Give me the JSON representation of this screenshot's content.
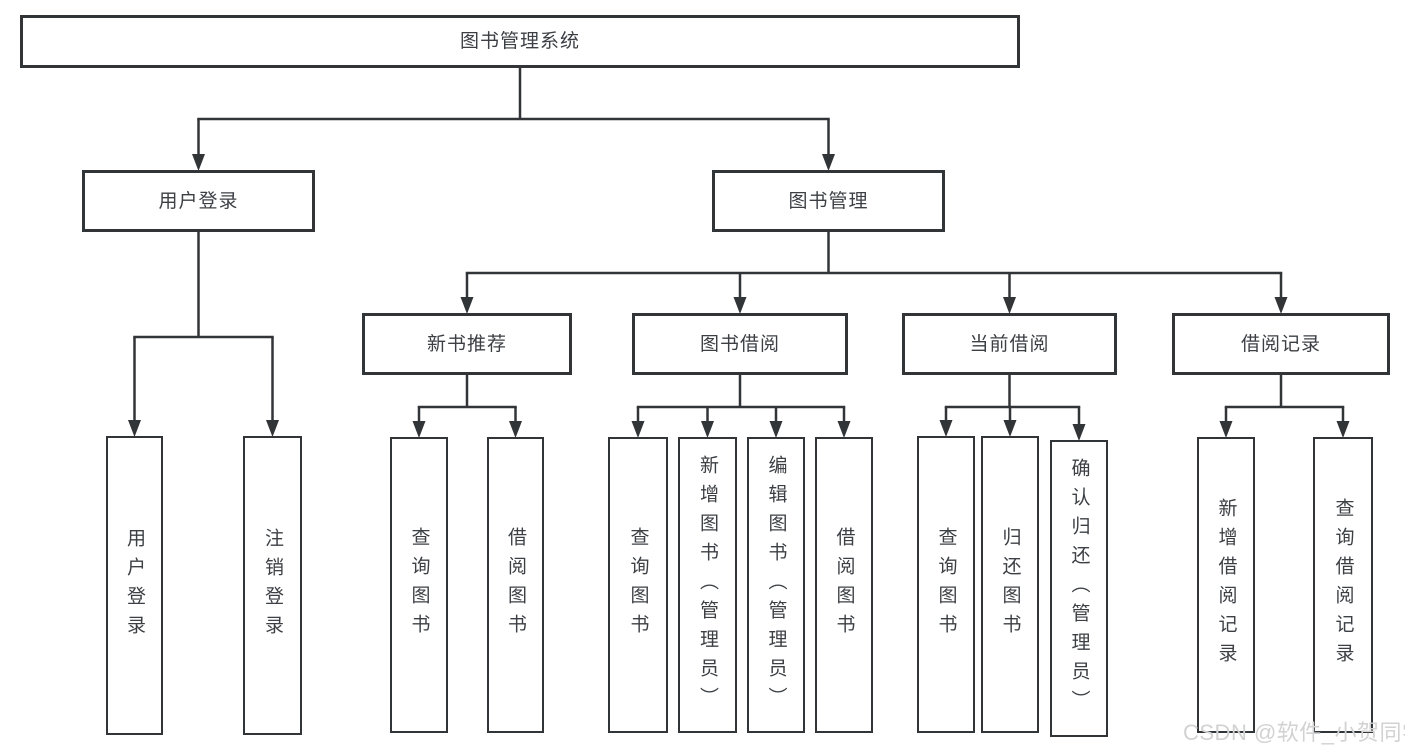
{
  "diagram": {
    "background": "#ffffff",
    "line_color": "#323538",
    "box_fill": "#ffffff",
    "text_color": "#3c4045",
    "nodes": [
      {
        "id": "root",
        "label": "图书管理系统",
        "level": 0,
        "text_direction": "horizontal"
      },
      {
        "id": "user-login",
        "label": "用户登录",
        "level": 1,
        "text_direction": "horizontal"
      },
      {
        "id": "book-mgmt",
        "label": "图书管理",
        "level": 1,
        "text_direction": "horizontal"
      },
      {
        "id": "new-book-rec",
        "label": "新书推荐",
        "level": 2,
        "text_direction": "horizontal"
      },
      {
        "id": "book-borrow",
        "label": "图书借阅",
        "level": 2,
        "text_direction": "horizontal"
      },
      {
        "id": "current-borrow",
        "label": "当前借阅",
        "level": 2,
        "text_direction": "horizontal"
      },
      {
        "id": "borrow-records",
        "label": "借阅记录",
        "level": 2,
        "text_direction": "horizontal"
      },
      {
        "id": "leaf-user-login",
        "label": "用户登录",
        "level": 3,
        "text_direction": "vertical"
      },
      {
        "id": "leaf-logout",
        "label": "注销登录",
        "level": 3,
        "text_direction": "vertical"
      },
      {
        "id": "leaf-nbr-query",
        "label": "查询图书",
        "level": 3,
        "text_direction": "vertical"
      },
      {
        "id": "leaf-nbr-borrow",
        "label": "借阅图书",
        "level": 3,
        "text_direction": "vertical"
      },
      {
        "id": "leaf-bb-query",
        "label": "查询图书",
        "level": 3,
        "text_direction": "vertical"
      },
      {
        "id": "leaf-bb-add",
        "label": "新增图书（管理员）",
        "level": 3,
        "text_direction": "vertical"
      },
      {
        "id": "leaf-bb-edit",
        "label": "编辑图书（管理员）",
        "level": 3,
        "text_direction": "vertical"
      },
      {
        "id": "leaf-bb-borrow",
        "label": "借阅图书",
        "level": 3,
        "text_direction": "vertical"
      },
      {
        "id": "leaf-cb-query",
        "label": "查询图书",
        "level": 3,
        "text_direction": "vertical"
      },
      {
        "id": "leaf-cb-return",
        "label": "归还图书",
        "level": 3,
        "text_direction": "vertical"
      },
      {
        "id": "leaf-cb-confirm",
        "label": "确认归还（管理员）",
        "level": 3,
        "text_direction": "vertical"
      },
      {
        "id": "leaf-br-add",
        "label": "新增借阅记录",
        "level": 3,
        "text_direction": "vertical"
      },
      {
        "id": "leaf-br-query",
        "label": "查询借阅记录",
        "level": 3,
        "text_direction": "vertical"
      }
    ],
    "edges": [
      {
        "from": "root",
        "to": [
          "user-login",
          "book-mgmt"
        ]
      },
      {
        "from": "user-login",
        "to": [
          "leaf-user-login",
          "leaf-logout"
        ]
      },
      {
        "from": "book-mgmt",
        "to": [
          "new-book-rec",
          "book-borrow",
          "current-borrow",
          "borrow-records"
        ]
      },
      {
        "from": "new-book-rec",
        "to": [
          "leaf-nbr-query",
          "leaf-nbr-borrow"
        ]
      },
      {
        "from": "book-borrow",
        "to": [
          "leaf-bb-query",
          "leaf-bb-add",
          "leaf-bb-edit",
          "leaf-bb-borrow"
        ]
      },
      {
        "from": "current-borrow",
        "to": [
          "leaf-cb-query",
          "leaf-cb-return",
          "leaf-cb-confirm"
        ]
      },
      {
        "from": "borrow-records",
        "to": [
          "leaf-br-add",
          "leaf-br-query"
        ]
      }
    ]
  },
  "watermark": {
    "text": "CSDN @软件_小贺同学",
    "color": "#d2d2d2"
  }
}
